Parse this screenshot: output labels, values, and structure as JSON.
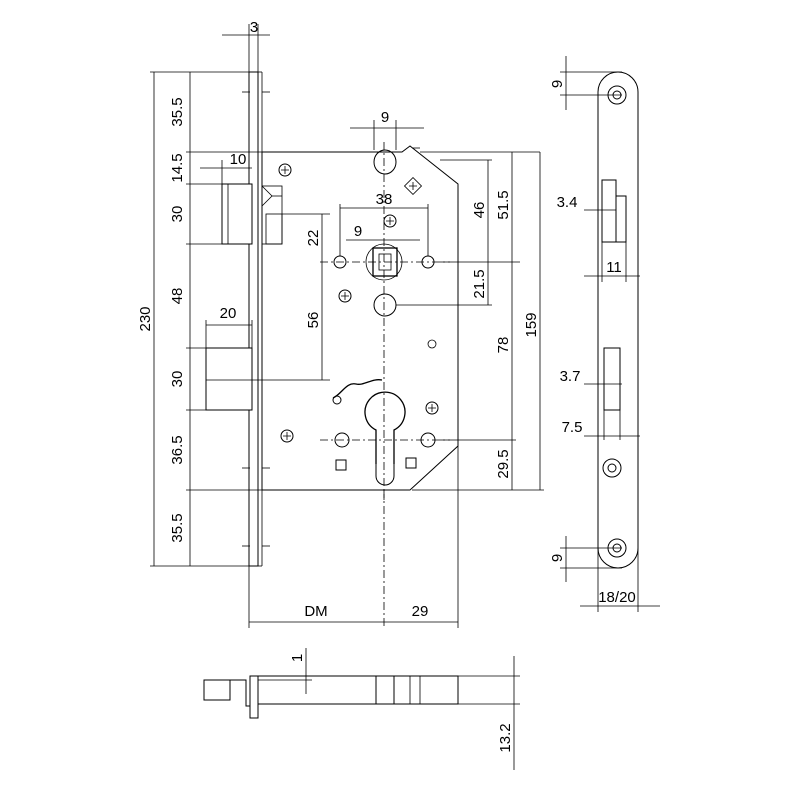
{
  "drawing": {
    "labels": {
      "faceplate_thickness": "3",
      "top_faceplate": "35.5",
      "latch_offset": "14.5",
      "latch_height": "30",
      "latch_bolt_gap": "48",
      "bolt_height": "30",
      "bolt_to_bottom": "36.5",
      "bottom_faceplate": "35.5",
      "total_height": "230",
      "latch_projection": "10",
      "bolt_projection": "20",
      "follower_to_latch": "22",
      "follower_to_cylinder": "56",
      "top_hole_width": "9",
      "fixing_spacing": "38",
      "follower_square": "9",
      "top_to_follower": "46",
      "top_edge_to_follower": "51.5",
      "follower_to_lower_hole": "21.5",
      "case_height": "159",
      "follower_to_cylinder_78": "78",
      "cylinder_to_bottom": "29.5",
      "backset": "DM",
      "cylinder_to_back": "29",
      "hole_offset_top": "9",
      "faceplate_latch_depth": "3.4",
      "faceplate_width_11": "11",
      "bolt_depth": "3.7",
      "bolt_width": "7.5",
      "hole_offset_bottom": "9",
      "faceplate_width": "18/20",
      "bottom_thickness": "1",
      "case_depth": "13.2"
    }
  }
}
